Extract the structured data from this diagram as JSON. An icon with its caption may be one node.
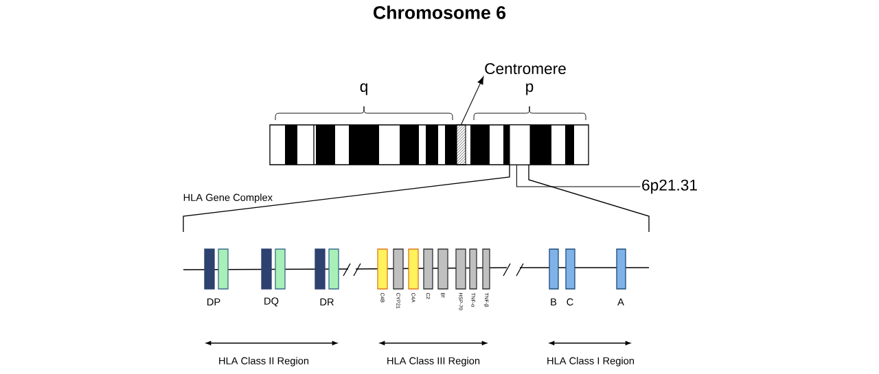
{
  "diagram": {
    "title": "Chromosome 6",
    "nodes": [
      {
        "text": [
          "Centromere"
        ]
      },
      {
        "text": [],
        "shape": "box"
      },
      {
        "text": [
          "6p21.31"
        ]
      },
      {
        "text": [],
        "shape": "box"
      }
    ],
    "edges": [
      {
        "from": 1,
        "to": 0,
        "arrow": "to"
      },
      {
        "from": 2,
        "to": 3,
        "arrow": "none"
      }
    ],
    "labels": [
      "q",
      "p",
      "HLA Gene Complex",
      "DP",
      "DQ",
      "DR",
      "C4B",
      "CYP21",
      "C4A",
      "C2",
      "Bf",
      "HSP-70",
      "TNF-α",
      "TNF-β",
      "B",
      "C",
      "A",
      "HLA Class II Region",
      "HLA Class III Region",
      "HLA Class I Region"
    ]
  }
}
